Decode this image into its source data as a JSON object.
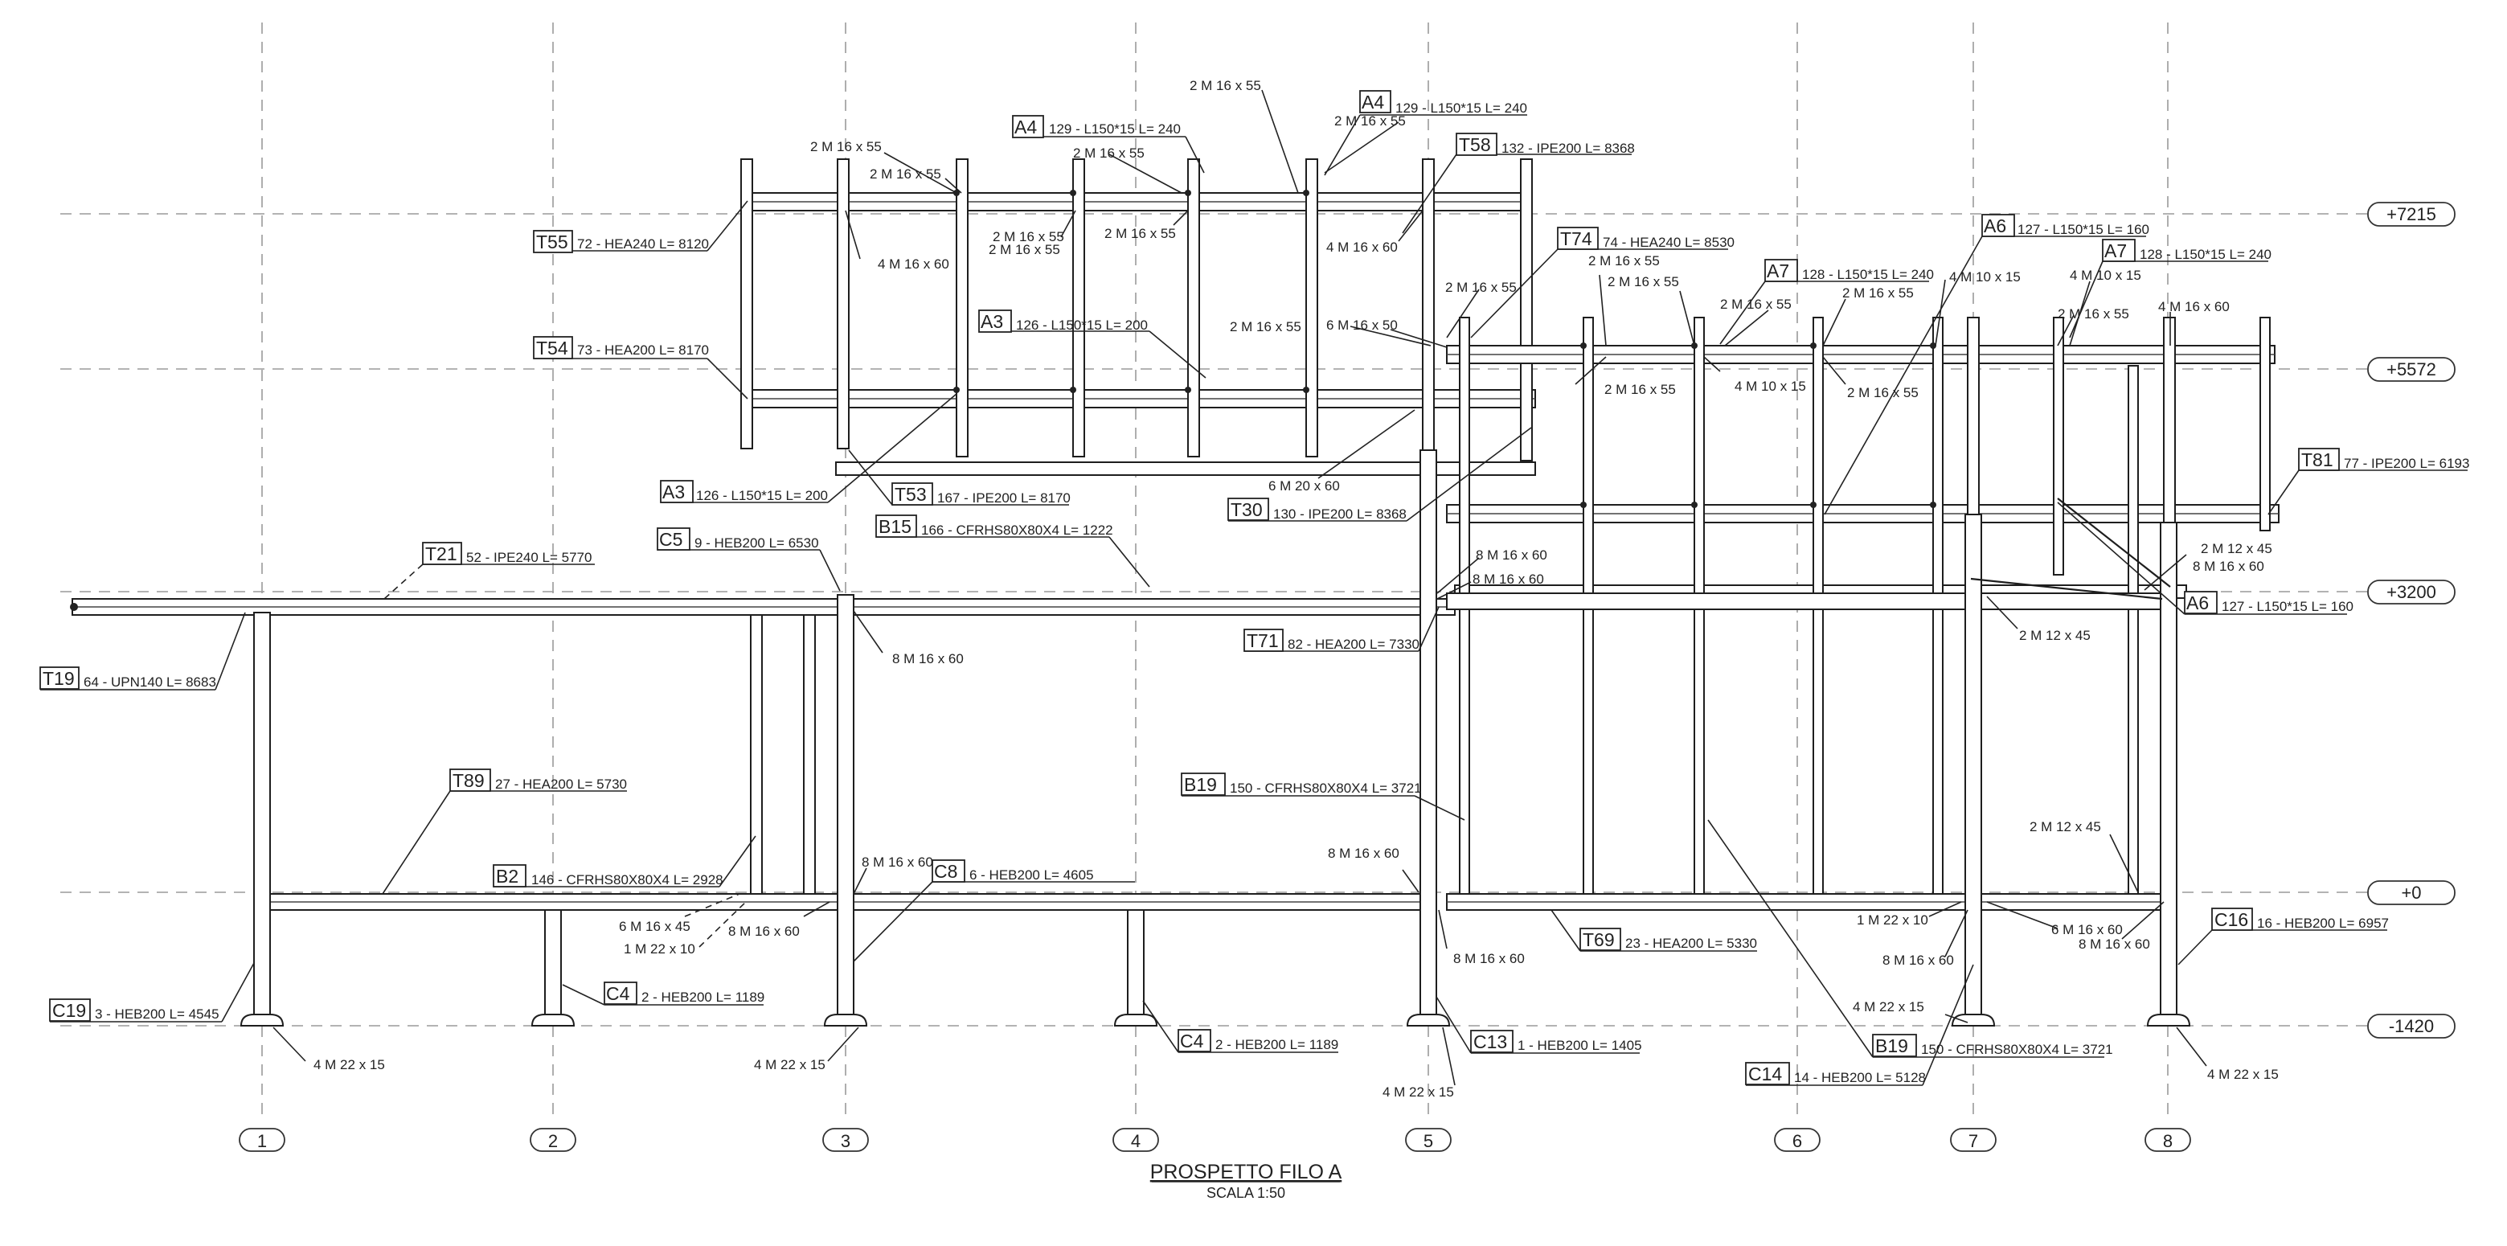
{
  "drawing": {
    "title": "PROSPETTO FILO A",
    "scale": "SCALA  1:50"
  },
  "axes": [
    "1",
    "2",
    "3",
    "4",
    "5",
    "6",
    "7",
    "8"
  ],
  "levels": [
    "+7215",
    "+5572",
    "+3200",
    "+0",
    "-1420"
  ],
  "members": [
    {
      "tag": "T55",
      "text": "72 - HEA240  L= 8120"
    },
    {
      "tag": "T54",
      "text": "73 - HEA200  L= 8170"
    },
    {
      "tag": "A4",
      "text": "129 - L150*15  L= 240"
    },
    {
      "tag": "A4",
      "text": "129 - L150*15  L= 240"
    },
    {
      "tag": "T58",
      "text": "132 - IPE200  L= 8368"
    },
    {
      "tag": "A3",
      "text": "126 - L150*15  L= 200"
    },
    {
      "tag": "A3",
      "text": "126 - L150*15  L= 200"
    },
    {
      "tag": "T53",
      "text": "167 - IPE200  L= 8170"
    },
    {
      "tag": "B15",
      "text": "166 - CFRHS80X80X4  L= 1222"
    },
    {
      "tag": "C5",
      "text": "9 - HEB200  L= 6530"
    },
    {
      "tag": "T21",
      "text": "52 - IPE240  L= 5770"
    },
    {
      "tag": "T19",
      "text": "64 - UPN140  L= 8683"
    },
    {
      "tag": "T74",
      "text": "74 - HEA240  L= 8530"
    },
    {
      "tag": "A7",
      "text": "128 - L150*15  L= 240"
    },
    {
      "tag": "A6",
      "text": "127 - L150*15  L= 160"
    },
    {
      "tag": "A7",
      "text": "128 - L150*15  L= 240"
    },
    {
      "tag": "T30",
      "text": "130 - IPE200  L= 8368"
    },
    {
      "tag": "T81",
      "text": "77 - IPE200  L= 6193"
    },
    {
      "tag": "A6",
      "text": "127 - L150*15  L= 160"
    },
    {
      "tag": "T71",
      "text": "82 - HEA200  L= 7330"
    },
    {
      "tag": "T89",
      "text": "27 - HEA200  L= 5730"
    },
    {
      "tag": "B2",
      "text": "146 - CFRHS80X80X4  L= 2928"
    },
    {
      "tag": "C8",
      "text": "6 - HEB200  L= 4605"
    },
    {
      "tag": "B19",
      "text": "150 - CFRHS80X80X4  L= 3721"
    },
    {
      "tag": "T69",
      "text": "23 - HEA200  L= 5330"
    },
    {
      "tag": "C16",
      "text": "16 - HEB200  L= 6957"
    },
    {
      "tag": "C19",
      "text": "3 - HEB200  L= 4545"
    },
    {
      "tag": "C4",
      "text": "2 - HEB200  L= 1189"
    },
    {
      "tag": "C4",
      "text": "2 - HEB200  L= 1189"
    },
    {
      "tag": "C13",
      "text": "1 - HEB200  L= 1405"
    },
    {
      "tag": "B19",
      "text": "150 - CFRHS80X80X4  L= 3721"
    },
    {
      "tag": "C14",
      "text": "14 - HEB200  L= 5128"
    }
  ],
  "bolts": [
    "2  M 16 x 55",
    "2  M 16 x 55",
    "2  M 16 x 55",
    "2  M 16 x 55",
    "2  M 16 x 55",
    "2  M 16 x 55",
    "2  M 16 x 55",
    "2  M 16 x 55",
    "4  M 16 x 60",
    "4  M 16 x 60",
    "2  M 16 x 55",
    "2  M 16 x 55",
    "6  M 16 x 50",
    "2  M 16 x 55",
    "2  M 16 x 55",
    "2  M 16 x 55",
    "2  M 16 x 55",
    "2  M 16 x 55",
    "4  M 10 x 15",
    "2  M 16 x 55",
    "4  M 10 x 15",
    "4  M 10 x 15",
    "2  M 16 x 55",
    "4  M 16 x 60",
    "6  M 20 x 60",
    "8  M 16 x 60",
    "8  M 16 x 60",
    "8  M 16 x 60",
    "2  M 12 x 45",
    "8  M 16 x 60",
    "2  M 12 x 45",
    "8  M 16 x 60",
    "8  M 16 x 60",
    "6  M 16 x 45",
    "8  M 16 x 60",
    "1  M 22 x 10",
    "8  M 16 x 60",
    "1  M 22 x 10",
    "6  M 16 x 60",
    "8  M 16 x 60",
    "8  M 16 x 60",
    "4  M 22 x 15",
    "4  M 22 x 15",
    "4  M 22 x 15",
    "4  M 22 x 15",
    "4  M 22 x 15",
    "2  M 12 x 45"
  ]
}
